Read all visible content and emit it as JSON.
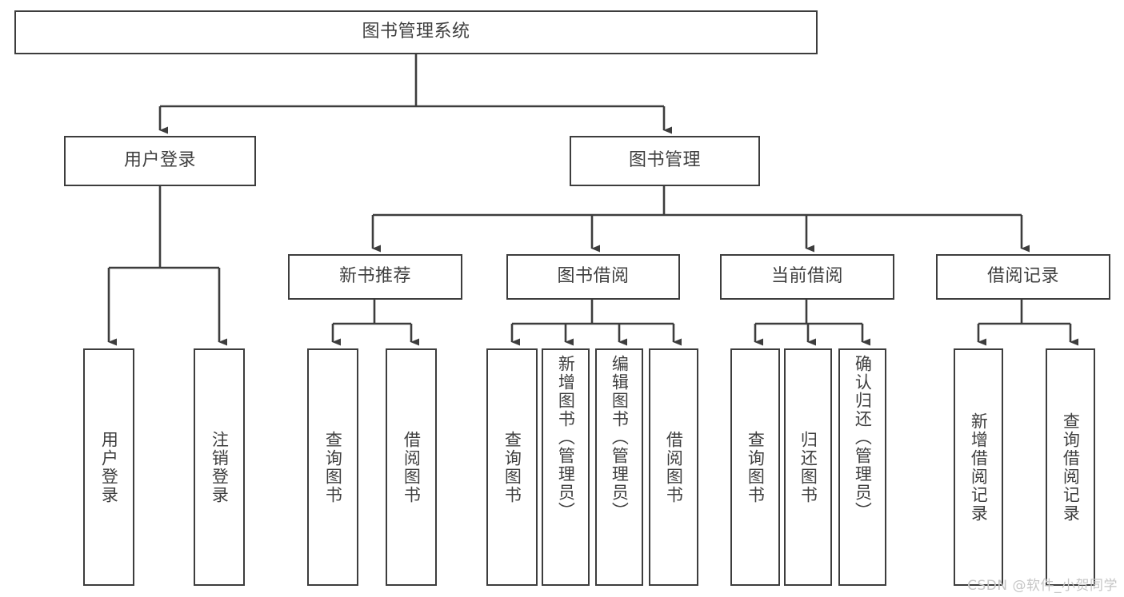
{
  "diagram": {
    "title": "图书管理系统",
    "type": "tree",
    "colors": {
      "box_border": "#3d3d3d",
      "box_fill": "#ffffff",
      "text": "#3f3f3f",
      "connector": "#3d3d3d",
      "background": "#ffffff",
      "watermark": "#c6c6c6"
    },
    "watermark": "CSDN @软件_小贺同学",
    "levels": {
      "root": "图书管理系统",
      "level2": [
        "用户登录",
        "图书管理"
      ],
      "level3": [
        "新书推荐",
        "图书借阅",
        "当前借阅",
        "借阅记录"
      ]
    },
    "nodes": {
      "root": {
        "label": "图书管理系统"
      },
      "user_login": {
        "label": "用户登录"
      },
      "book_manage": {
        "label": "图书管理"
      },
      "new_book_rec": {
        "label": "新书推荐"
      },
      "book_borrow": {
        "label": "图书借阅"
      },
      "current_borrow": {
        "label": "当前借阅"
      },
      "borrow_record": {
        "label": "借阅记录"
      },
      "leaf_user_login": {
        "label": "用户登录"
      },
      "leaf_logout": {
        "label": "注销登录"
      },
      "leaf_query_book_1": {
        "label": "查询图书"
      },
      "leaf_borrow_book_1": {
        "label": "借阅图书"
      },
      "leaf_query_book_2": {
        "label": "查询图书"
      },
      "leaf_add_book": {
        "label": "新增图书（管理员）"
      },
      "leaf_edit_book": {
        "label": "编辑图书（管理员）"
      },
      "leaf_borrow_book_2": {
        "label": "借阅图书"
      },
      "leaf_query_book_3": {
        "label": "查询图书"
      },
      "leaf_return_book": {
        "label": "归还图书"
      },
      "leaf_confirm_return": {
        "label": "确认归还（管理员）"
      },
      "leaf_add_record": {
        "label": "新增借阅记录"
      },
      "leaf_query_record": {
        "label": "查询借阅记录"
      }
    },
    "edges": [
      {
        "from": "root",
        "to": "用户登录"
      },
      {
        "from": "root",
        "to": "图书管理"
      },
      {
        "from": "用户登录",
        "to": "用户登录"
      },
      {
        "from": "用户登录",
        "to": "注销登录"
      },
      {
        "from": "图书管理",
        "to": "新书推荐"
      },
      {
        "from": "图书管理",
        "to": "图书借阅"
      },
      {
        "from": "图书管理",
        "to": "当前借阅"
      },
      {
        "from": "图书管理",
        "to": "借阅记录"
      },
      {
        "from": "新书推荐",
        "to": "查询图书"
      },
      {
        "from": "新书推荐",
        "to": "借阅图书"
      },
      {
        "from": "图书借阅",
        "to": "查询图书"
      },
      {
        "from": "图书借阅",
        "to": "新增图书（管理员）"
      },
      {
        "from": "图书借阅",
        "to": "编辑图书（管理员）"
      },
      {
        "from": "图书借阅",
        "to": "借阅图书"
      },
      {
        "from": "当前借阅",
        "to": "查询图书"
      },
      {
        "from": "当前借阅",
        "to": "归还图书"
      },
      {
        "from": "当前借阅",
        "to": "确认归还（管理员）"
      },
      {
        "from": "借阅记录",
        "to": "新增借阅记录"
      },
      {
        "from": "借阅记录",
        "to": "查询借阅记录"
      }
    ]
  }
}
